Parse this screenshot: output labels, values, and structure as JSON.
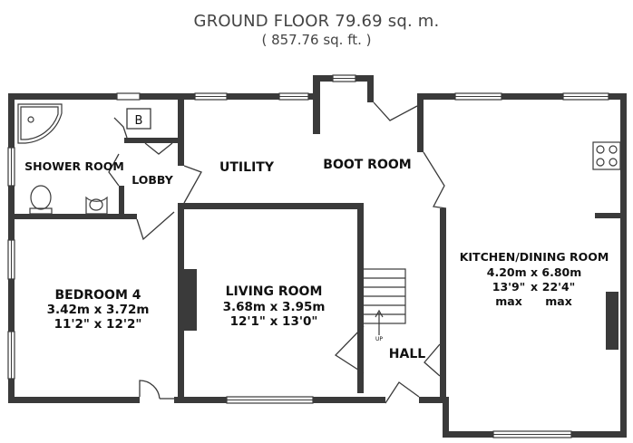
{
  "header": {
    "title": "GROUND FLOOR 79.69 sq. m.",
    "subtitle": "( 857.76 sq. ft. )"
  },
  "rooms": {
    "shower_room": {
      "name": "SHOWER ROOM"
    },
    "lobby": {
      "name": "LOBBY"
    },
    "utility": {
      "name": "UTILITY"
    },
    "boot_room": {
      "name": "BOOT ROOM"
    },
    "bedroom4": {
      "name": "BEDROOM 4",
      "metric": "3.42m x 3.72m",
      "imperial": "11'2\" x 12'2\""
    },
    "living_room": {
      "name": "LIVING ROOM",
      "metric": "3.68m x 3.95m",
      "imperial": "12'1\" x 13'0\""
    },
    "hall": {
      "name": "HALL"
    },
    "kitchen_dining": {
      "name": "KITCHEN/DINING ROOM",
      "metric": "4.20m x 6.80m",
      "imperial_w": "13'9\"",
      "imperial_sep": "x",
      "imperial_l": "22'4\"",
      "max_1": "max",
      "max_2": "max"
    }
  },
  "fixtures": {
    "boiler_label": "B",
    "stair_arrow_label": "UP"
  }
}
